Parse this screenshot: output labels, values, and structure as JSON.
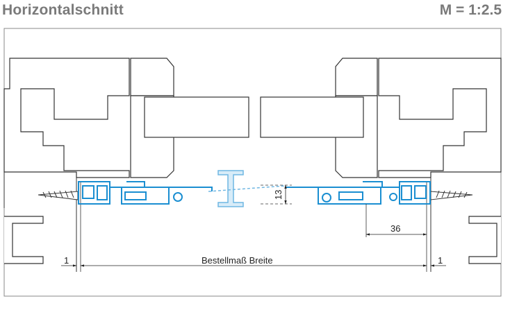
{
  "header": {
    "title": "Horizontalschnitt",
    "scale": "M = 1:2.5"
  },
  "dimensions": {
    "height_label": "13",
    "offset_label": "36",
    "width_label": "Bestellmaß Breite",
    "left_gap_label": "1",
    "right_gap_label": "1"
  },
  "colors": {
    "profile_blue": "#1a8ed1",
    "line_dark": "#333333",
    "frame_border": "#888888"
  }
}
